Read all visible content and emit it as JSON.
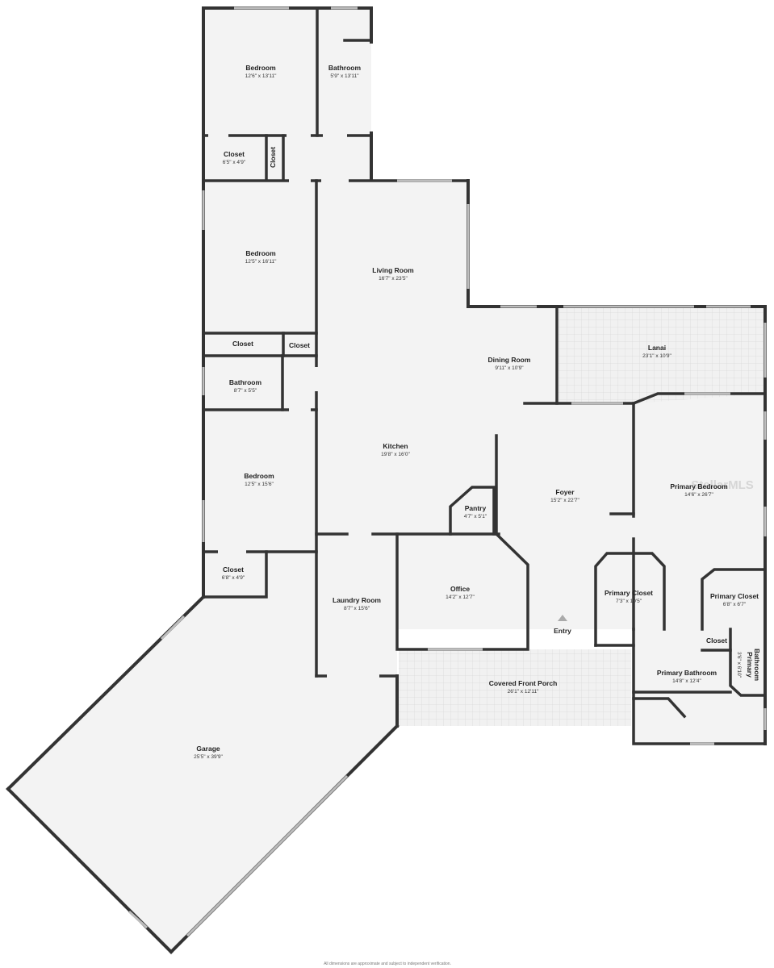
{
  "rooms": [
    {
      "name": "Bedroom",
      "dims": "12'6\" x 13'11\""
    },
    {
      "name": "Bathroom",
      "dims": "5'9\" x 13'11\""
    },
    {
      "name": "Closet",
      "dims": "6'5\" x 4'9\""
    },
    {
      "name": "Closet",
      "dims": ""
    },
    {
      "name": "Bedroom",
      "dims": "12'5\" x 16'11\""
    },
    {
      "name": "Living Room",
      "dims": "16'7\" x 23'5\""
    },
    {
      "name": "Closet",
      "dims": ""
    },
    {
      "name": "Closet",
      "dims": ""
    },
    {
      "name": "Dining Room",
      "dims": "9'11\" x 10'9\""
    },
    {
      "name": "Lanai",
      "dims": "23'1\" x 10'9\""
    },
    {
      "name": "Bathroom",
      "dims": "8'7\" x 5'5\""
    },
    {
      "name": "Kitchen",
      "dims": "19'8\" x 16'0\""
    },
    {
      "name": "Bedroom",
      "dims": "12'5\" x 15'6\""
    },
    {
      "name": "Foyer",
      "dims": "15'2\" x 22'7\""
    },
    {
      "name": "Primary Bedroom",
      "dims": "14'6\" x 26'7\""
    },
    {
      "name": "Pantry",
      "dims": "4'7\" x 5'1\""
    },
    {
      "name": "Closet",
      "dims": "6'8\" x 4'9\""
    },
    {
      "name": "Office",
      "dims": "14'2\" x 12'7\""
    },
    {
      "name": "Laundry Room",
      "dims": "8'7\" x 15'6\""
    },
    {
      "name": "Primary Closet",
      "dims": "7'3\" x 10'5\""
    },
    {
      "name": "Primary Closet",
      "dims": "6'8\" x 6'7\""
    },
    {
      "name": "Entry",
      "dims": ""
    },
    {
      "name": "Closet",
      "dims": ""
    },
    {
      "name": "Primary Bathroom",
      "dims": "3'6\" x 6'10\""
    },
    {
      "name": "Primary Bathroom",
      "dims": "14'8\" x 12'4\""
    },
    {
      "name": "Covered Front Porch",
      "dims": "26'1\" x 12'11\""
    },
    {
      "name": "Garage",
      "dims": "25'5\" x 39'9\""
    }
  ],
  "watermark": "StellarMLS",
  "footer": "All dimensions are approximate and subject to independent verification."
}
